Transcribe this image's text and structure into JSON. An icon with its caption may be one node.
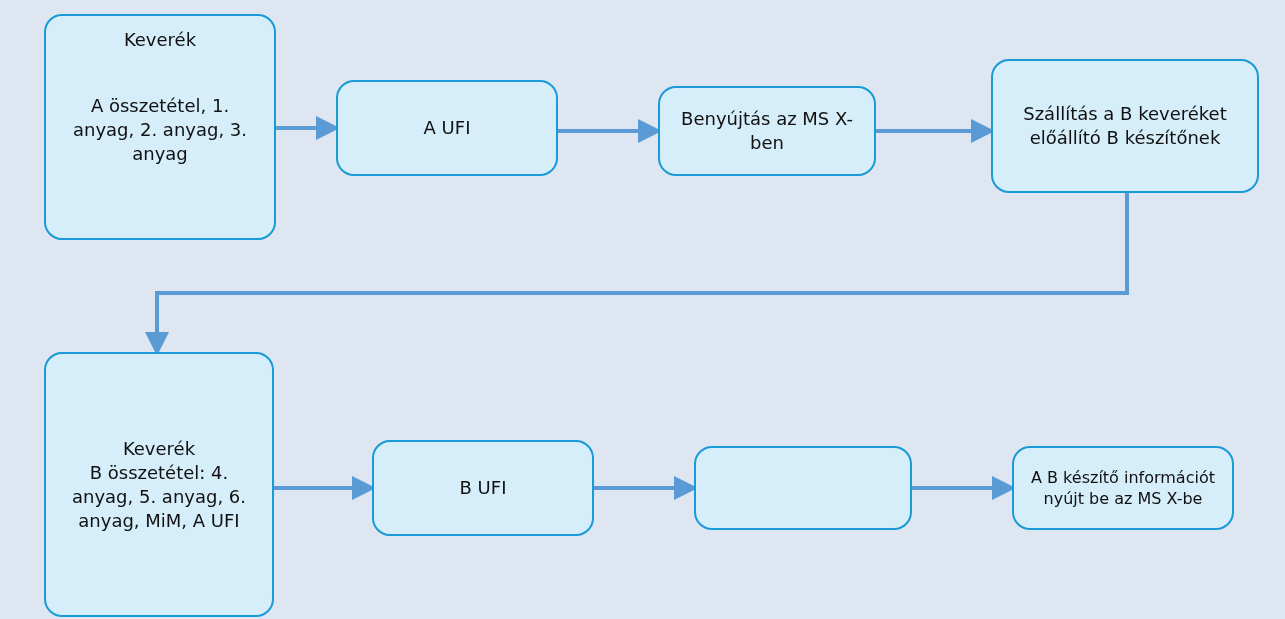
{
  "diagram": {
    "nodes": [
      {
        "text": [
          "Keverék",
          "A összetétel, 1. anyag, 2. anyag, 3. anyag"
        ]
      },
      {
        "text": [
          "A UFI"
        ]
      },
      {
        "text": [
          "Benyújtás az MS X-ben"
        ]
      },
      {
        "text": [
          "Szállítás a B keveréket előállító B készítőnek"
        ]
      },
      {
        "text": [
          "Keverék",
          "B összetétel: 4. anyag, 5. anyag, 6. anyag, MiM, A UFI"
        ]
      },
      {
        "text": [
          "B UFI"
        ]
      },
      {
        "text": [],
        "shape": "box"
      },
      {
        "text": [
          "A B készítő információt nyújt be az MS X-be"
        ]
      }
    ],
    "edges": [
      {
        "from": 0,
        "to": 1,
        "arrow": "to"
      },
      {
        "from": 1,
        "to": 2,
        "arrow": "to"
      },
      {
        "from": 2,
        "to": 3,
        "arrow": "to"
      },
      {
        "from": 3,
        "to": 4,
        "arrow": "to"
      },
      {
        "from": 4,
        "to": 5,
        "arrow": "to"
      },
      {
        "from": 5,
        "to": 6,
        "arrow": "to"
      },
      {
        "from": 6,
        "to": 7,
        "arrow": "to"
      }
    ]
  }
}
